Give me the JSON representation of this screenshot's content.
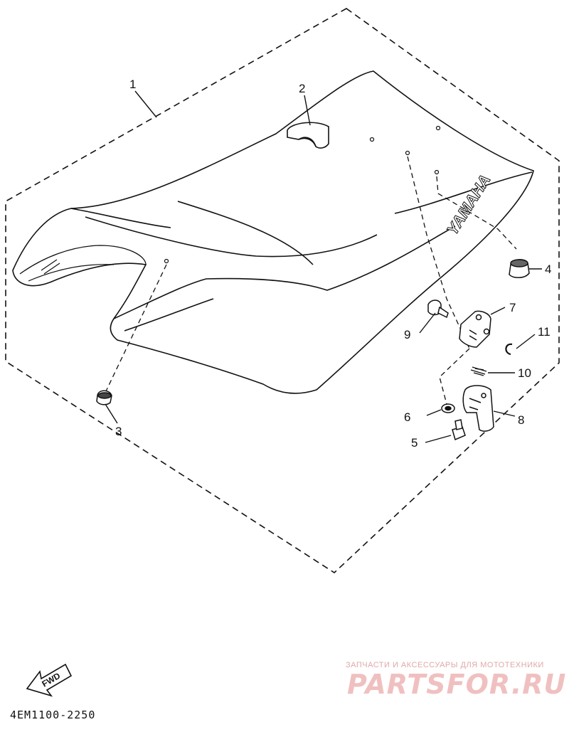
{
  "diagram": {
    "part_code": "4EM1100-2250",
    "seat_brand": "YAMAHA",
    "fwd_label": "FWD",
    "callouts": [
      "1",
      "2",
      "3",
      "4",
      "5",
      "6",
      "7",
      "8",
      "9",
      "10",
      "11"
    ]
  },
  "watermark": {
    "tagline": "ЗАПЧАСТИ И АКСЕССУАРЫ ДЛЯ МОТОТЕХНИКИ",
    "logo": "PARTSFOR.RU"
  },
  "colors": {
    "ink": "#111111",
    "watermark": "#f0c0c0"
  }
}
